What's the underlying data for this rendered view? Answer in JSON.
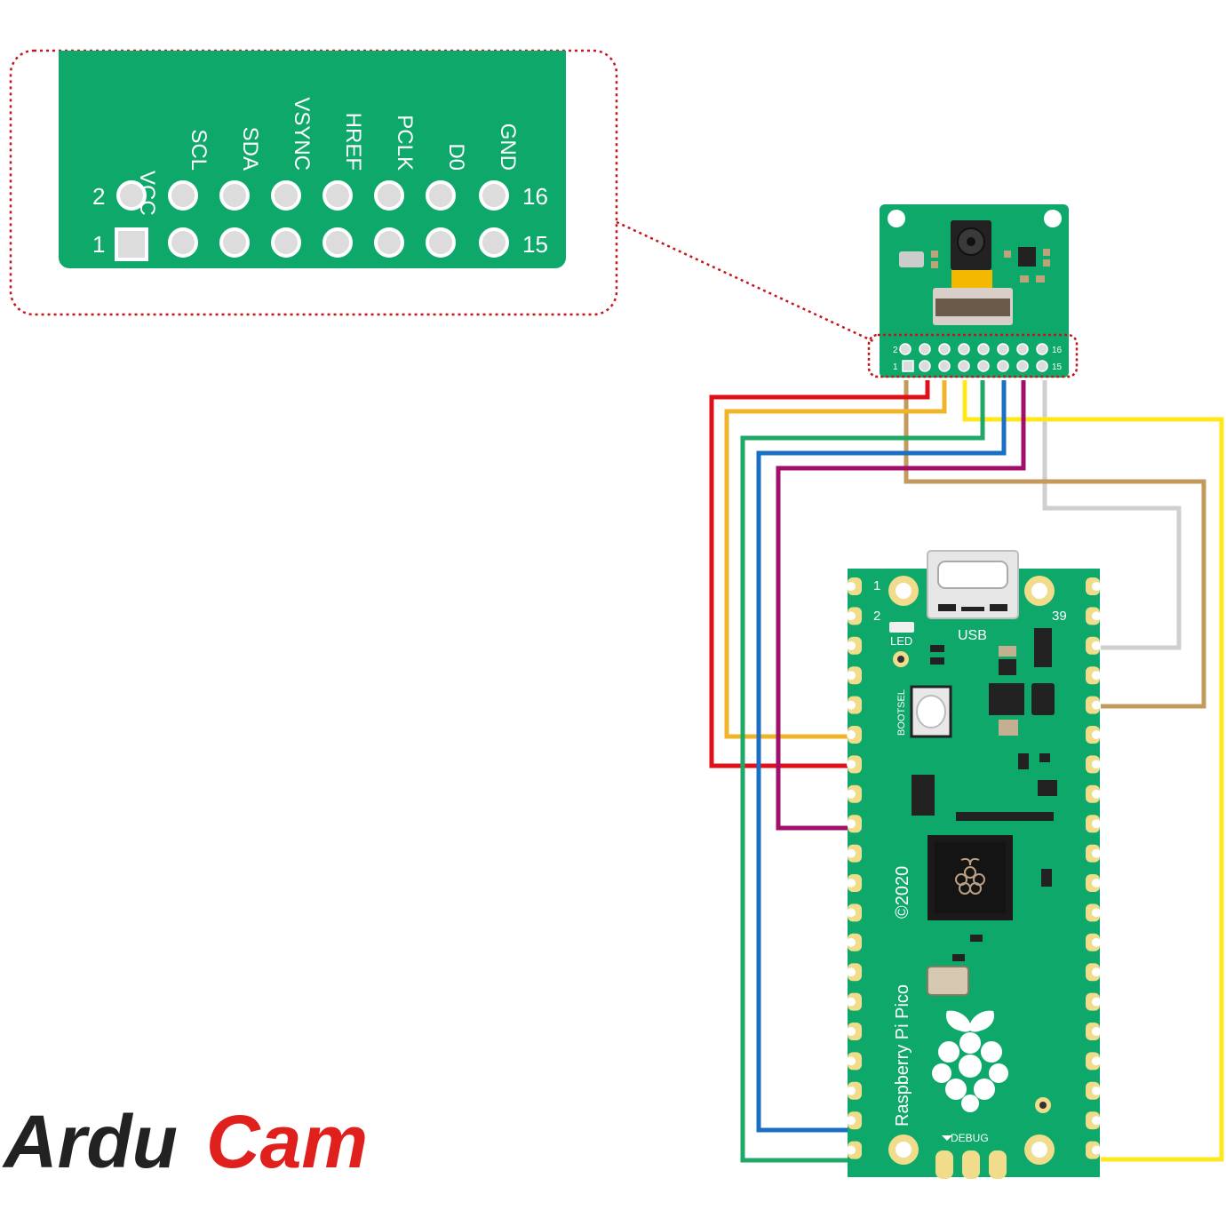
{
  "connector_zoom": {
    "pin_labels": [
      "VCC",
      "SCL",
      "SDA",
      "VSYNC",
      "HREF",
      "PCLK",
      "D0",
      "GND"
    ],
    "row_top_left": "2",
    "row_top_right": "16",
    "row_bottom_left": "1",
    "row_bottom_right": "15"
  },
  "camera_module": {
    "row_top_left": "2",
    "row_top_right": "16",
    "row_bottom_left": "1",
    "row_bottom_right": "15"
  },
  "pico": {
    "pin1": "1",
    "pin2": "2",
    "pin39": "39",
    "usb_label": "USB",
    "led_label": "LED",
    "bootsel_label": "BOOTSEL",
    "copyright": "©2020",
    "board_name": "Raspberry Pi Pico",
    "debug_label": "DEBUG"
  },
  "wires": [
    {
      "signal": "VCC",
      "color": "#e0101a"
    },
    {
      "signal": "SCL",
      "color": "#f0b429"
    },
    {
      "signal": "SDA",
      "color": "#1fa866"
    },
    {
      "signal": "VSYNC",
      "color": "#1a6fc4"
    },
    {
      "signal": "HREF",
      "color": "#a0106a"
    },
    {
      "signal": "PCLK",
      "color": "#c49a5c"
    },
    {
      "signal": "D0",
      "color": "#cfcfcf"
    },
    {
      "signal": "GND",
      "color": "#ffe81a"
    }
  ],
  "logo": {
    "part1": "Ardu",
    "part2": "Cam"
  }
}
